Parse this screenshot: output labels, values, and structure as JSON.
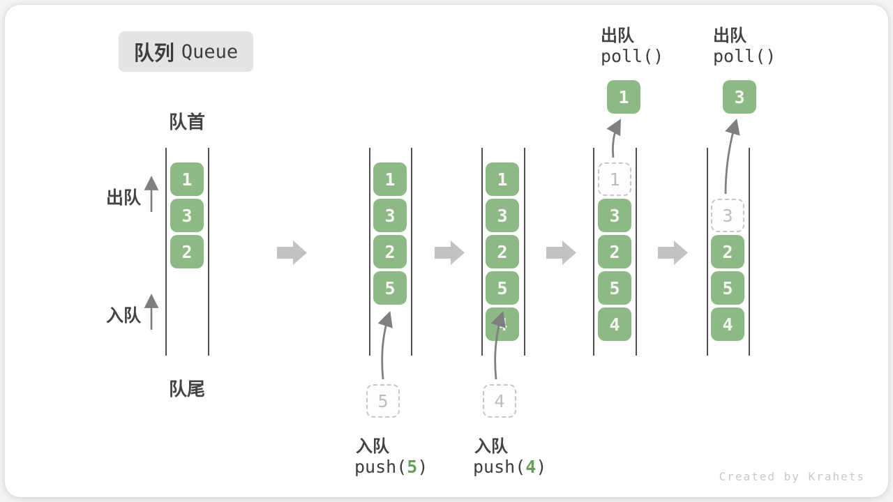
{
  "badge": {
    "zh": "队列",
    "en": "Queue"
  },
  "labels": {
    "front": "队首",
    "rear": "队尾",
    "dequeue": "出队",
    "enqueue": "入队"
  },
  "ops": {
    "push5": {
      "title": "入队",
      "fn_open": "push(",
      "arg": "5",
      "fn_close": ")"
    },
    "push4": {
      "title": "入队",
      "fn_open": "push(",
      "arg": "4",
      "fn_close": ")"
    },
    "poll1": {
      "title": "出队",
      "code": "poll()",
      "popped_value": "1"
    },
    "poll2": {
      "title": "出队",
      "code": "poll()",
      "popped_value": "3"
    }
  },
  "columns": [
    {
      "id": "state-initial",
      "slots": [
        {
          "slot": 0,
          "value": "1",
          "type": "solid"
        },
        {
          "slot": 1,
          "value": "3",
          "type": "solid"
        },
        {
          "slot": 2,
          "value": "2",
          "type": "solid"
        }
      ]
    },
    {
      "id": "state-after-push-5",
      "slots": [
        {
          "slot": 0,
          "value": "1",
          "type": "solid"
        },
        {
          "slot": 1,
          "value": "3",
          "type": "solid"
        },
        {
          "slot": 2,
          "value": "2",
          "type": "solid"
        },
        {
          "slot": 3,
          "value": "5",
          "type": "solid"
        }
      ],
      "staging_value": "5"
    },
    {
      "id": "state-after-push-4",
      "slots": [
        {
          "slot": 0,
          "value": "1",
          "type": "solid"
        },
        {
          "slot": 1,
          "value": "3",
          "type": "solid"
        },
        {
          "slot": 2,
          "value": "2",
          "type": "solid"
        },
        {
          "slot": 3,
          "value": "5",
          "type": "solid"
        },
        {
          "slot": 4,
          "value": "4",
          "type": "solid"
        }
      ],
      "staging_value": "4"
    },
    {
      "id": "state-after-poll-1",
      "slots": [
        {
          "slot": 0,
          "value": "1",
          "type": "dashed"
        },
        {
          "slot": 1,
          "value": "3",
          "type": "solid"
        },
        {
          "slot": 2,
          "value": "2",
          "type": "solid"
        },
        {
          "slot": 3,
          "value": "5",
          "type": "solid"
        },
        {
          "slot": 4,
          "value": "4",
          "type": "solid"
        }
      ]
    },
    {
      "id": "state-after-poll-3",
      "slots": [
        {
          "slot": 1,
          "value": "3",
          "type": "dashed"
        },
        {
          "slot": 2,
          "value": "2",
          "type": "solid"
        },
        {
          "slot": 3,
          "value": "5",
          "type": "solid"
        },
        {
          "slot": 4,
          "value": "4",
          "type": "solid"
        }
      ]
    }
  ],
  "credit": "Created by Krahets",
  "colors": {
    "cell_green": "#8dba84",
    "arg_green": "#6a9e5d",
    "block_arrow_gray": "#c2c2c2",
    "thin_arrow_gray": "#7f7f7f",
    "line_dark": "#4f4f4f",
    "dashed_border": "#c6c6c6",
    "text_dark": "#3d3d3d",
    "badge_bg": "#e4e4e4",
    "credit_gray": "#c9c9c9"
  }
}
